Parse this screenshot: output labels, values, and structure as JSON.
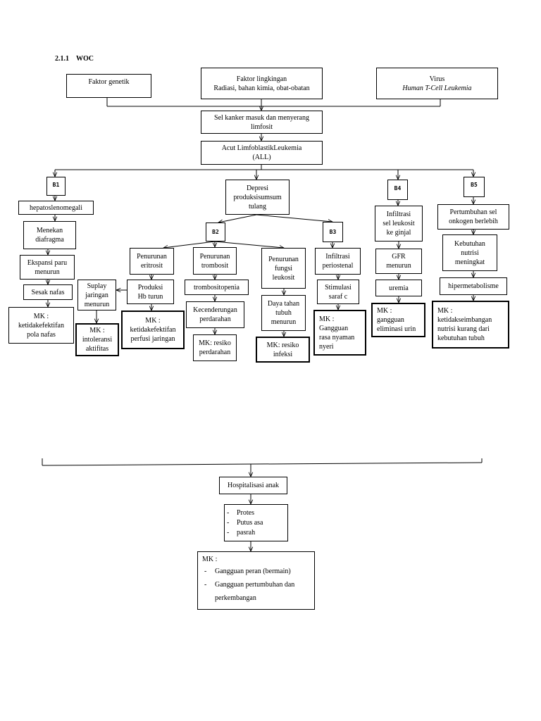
{
  "heading": {
    "number": "2.1.1",
    "title": "WOC"
  },
  "nodes": {
    "faktor_genetik": "Faktor genetik",
    "faktor_lingkungan": "Faktor lingkingan\nRadiasi, bahan kimia, obat-obatan",
    "virus_title": "Virus",
    "virus_name": "Human T-Cell Leukemia",
    "sel_kanker": "Sel kanker masuk dan menyerang\nlimfosit",
    "all": "Acut LimfoblastikLeukemia\n(ALL)",
    "depresi": "Depresi\nproduksisumsum\ntulang",
    "b1": "B1",
    "b2": "B2",
    "b3": "B3",
    "b4": "B4",
    "b5": "B5",
    "hepatosplenomegali": "hepatoslenomegali",
    "menekan_diafragma": "Menekan\ndiafragma",
    "ekspansi_paru": "Ekspansi paru\nmenurun",
    "sesak_nafas": "Sesak nafas",
    "mk_pola_nafas": "MK :\nketidakefektifan\npola nafas",
    "suplay": "Suplay\njaringan\nmenurun",
    "mk_intoleransi": "MK :\nintoleransi\naktifitas",
    "penurunan_eritrosit": "Penurunan\neritrosit",
    "produksi_hb": "Produksi\nHb turun",
    "mk_perfusi": "MK :\nketidakefektifan\nperfusi jaringan",
    "penurunan_trombosit": "Penurunan\ntrombosit",
    "trombositopenia": "trombositopenia",
    "kecenderungan": "Kecenderungan\nperdarahan",
    "mk_perdarahan": "MK: resiko\nperdarahan",
    "penurunan_leukosit": "Penurunan\nfungsi\nleukosit",
    "daya_tahan": "Daya tahan\ntubuh\nmenurun",
    "mk_infeksi": "MK: resiko\ninfeksi",
    "infiltrasi_periostenal": "Infiltrasi\nperiostenal",
    "stimulasi_saraf": "Stimulasi\nsaraf c",
    "mk_nyeri": "MK :\nGangguan\nrasa nyaman\nnyeri",
    "infiltrasi_ginjal": "Infiltrasi\nsel leukosit\nke ginjal",
    "gfr": "GFR\nmenurun",
    "uremia": "uremia",
    "mk_eliminasi": "MK :\ngangguan\neliminasi urin",
    "pertumbuhan_sel": "Pertumbuhan sel\nonkogen berlebih",
    "kebutuhan_nutrisi": "Kebutuhan\nnutrisi\nmeningkat",
    "hipermetabolisme": "hipermetabolisme",
    "mk_nutrisi": "MK :\nketidakseimbangan\nnutrisi kurang dari\nkebutuhan tubuh",
    "hospitalisasi": "Hospitalisasi anak",
    "emotions": [
      "Protes",
      "Putus asa",
      "pasrah"
    ],
    "mk_final_title": "MK :",
    "mk_final_items": [
      "Gangguan peran (bermain)",
      "Gangguan pertumbuhan dan"
    ],
    "mk_final_cont": "perkembangan"
  }
}
